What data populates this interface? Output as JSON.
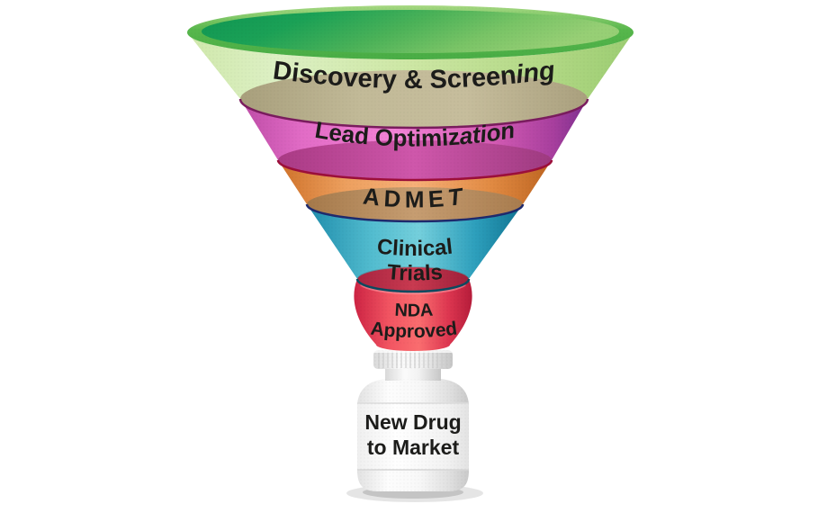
{
  "diagram": {
    "type": "funnel",
    "background_color": "#ffffff",
    "text_color": "#1c1c1a",
    "stages": [
      {
        "id": "discovery-screening",
        "label": "Discovery & Screening",
        "label_main": "Discovery & Screen",
        "label_italic": "ing",
        "color": "#9ccd72",
        "interior_color": "#beb595"
      },
      {
        "id": "lead-optimization",
        "label": "Lead Optimization",
        "label_main": "Lead Optimiz",
        "label_italic": "ation",
        "color": "#e26cc6",
        "interior_color": "#c8519f"
      },
      {
        "id": "admet",
        "label": "ADMET",
        "label_main": "ADME",
        "label_italic": "T",
        "color": "#f0a263",
        "interior_color": "#c39a6e"
      },
      {
        "id": "clinical-trials",
        "label": "Clinical Trials",
        "label_line1": "Clinical",
        "label_line2": "Trials",
        "color": "#45b4cb",
        "interior_color": "#62a4ad"
      },
      {
        "id": "nda-approved",
        "label": "NDA Approved",
        "label_line1": "NDA",
        "label_line2": "Approved",
        "color": "#ef5062",
        "interior_color": "#b82d46"
      }
    ],
    "output": {
      "id": "new-drug-to-market",
      "label": "New Drug to Market",
      "label_line1": "New Drug",
      "label_line2": "to Market",
      "color": "#f5f5f5"
    }
  }
}
